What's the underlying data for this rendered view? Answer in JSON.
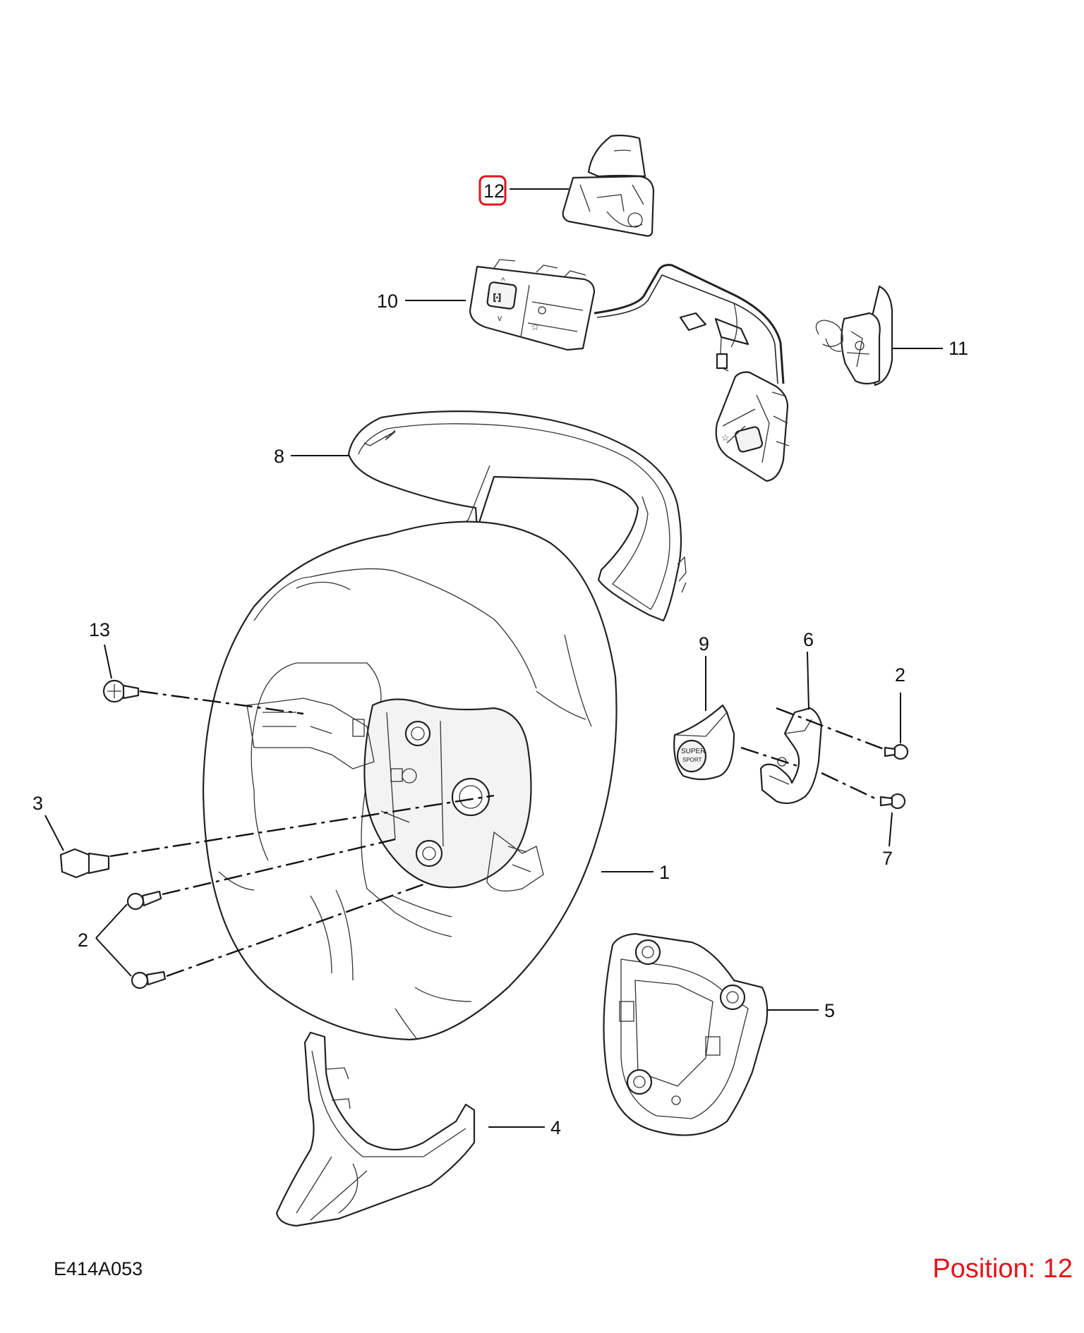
{
  "diagram": {
    "code": "E414A053",
    "position_text": "Position: 12",
    "highlight_color": "#e4131b",
    "highlighted_callout": "12",
    "callouts": {
      "c12": "12",
      "c10": "10",
      "c11": "11",
      "c8": "8",
      "c13": "13",
      "c9": "9",
      "c6": "6",
      "c2a": "2",
      "c3": "3",
      "c1": "1",
      "c2b": "2",
      "c7": "7",
      "c5": "5",
      "c4": "4"
    },
    "switch_marks": {
      "scroll_wheel": "[·]",
      "nav_up": "^",
      "nav_down": "v",
      "star": "☆"
    },
    "horn_text": {
      "line1": "SUPER",
      "line2": "SPORT"
    }
  }
}
